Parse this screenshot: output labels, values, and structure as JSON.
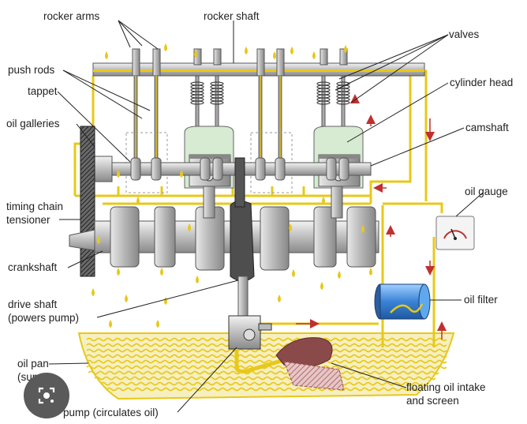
{
  "labels": {
    "rocker_arms": "rocker arms",
    "rocker_shaft": "rocker shaft",
    "valves": "valves",
    "push_rods": "push rods",
    "tappet": "tappet",
    "cylinder_head": "cylinder head",
    "oil_galleries": "oil galleries",
    "camshaft": "camshaft",
    "timing_chain_tensioner_line1": "timing chain",
    "timing_chain_tensioner_line2": "tensioner",
    "oil_gauge": "oil gauge",
    "crankshaft": "crankshaft",
    "oil_filter": "oil filter",
    "drive_shaft_line1": "drive shaft",
    "drive_shaft_line2": "(powers pump)",
    "oil_pan_line1": "oil pan",
    "oil_pan_line2": "(sump)",
    "intake_line1": "floating oil intake",
    "intake_line2": "and screen",
    "pump": "pump (circulates oil)"
  },
  "colors": {
    "oil": "#e8c81a",
    "oil_fill": "#f6efc0",
    "metal": "#c9c9c9",
    "piston": "#d7ead2",
    "filter": "#4a90d9",
    "arrow": "#c03030",
    "text": "#222222"
  },
  "icons": {
    "overlay_badge": "lens-icon"
  }
}
